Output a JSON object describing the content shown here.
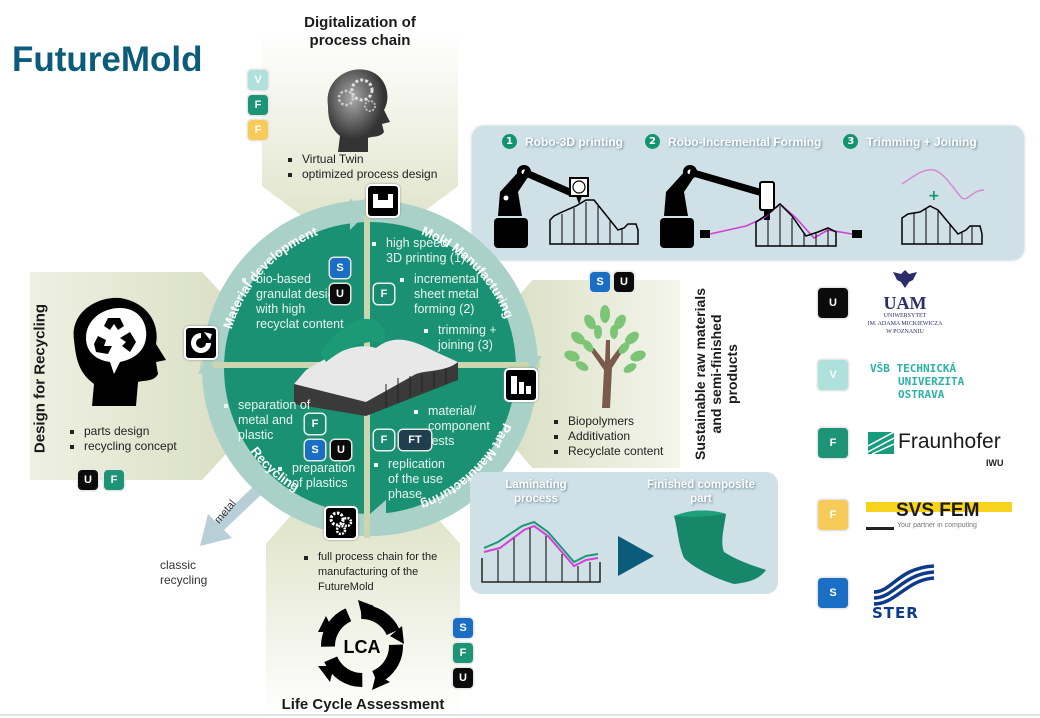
{
  "title": "FutureMold",
  "colors": {
    "title": "#0b5b7a",
    "teal": "#1a9173",
    "ring": "#a9d1c8",
    "panel_bg": "#e4e8d2",
    "process_box_bg": "#ccdfe6",
    "magenta": "#d63fd6"
  },
  "digitalization": {
    "heading_line1": "Digitalization of",
    "heading_line2": "process chain",
    "bullets": [
      "Virtual Twin",
      "optimized process design"
    ],
    "badges": [
      "V",
      "F",
      "F"
    ],
    "icon": "brain-gears-head-icon"
  },
  "process_steps": [
    {
      "num": "1",
      "label": "Robo-3D printing",
      "icon": "robot-3d-printer-icon"
    },
    {
      "num": "2",
      "label": "Robo-Incremental Forming",
      "icon": "robot-forming-icon"
    },
    {
      "num": "3",
      "label": "Trimming + Joining",
      "icon": "trimming-joining-icon"
    },
    {
      "plus": "+"
    }
  ],
  "design_for_recycling": {
    "heading": "Design for Recycling",
    "bullets": [
      "parts design",
      "recycling concept"
    ],
    "badges": [
      "U",
      "F"
    ],
    "icon": "head-recycle-icon"
  },
  "cycle": {
    "arcs": {
      "material_development": "Material development",
      "mold_manufacturing": "Mold Manufacturing",
      "part_manufacturing": "Part Manufacturing",
      "recycling": "Recycling"
    },
    "quadrants": {
      "top_left": {
        "bullets": [
          "bio-based granulat design with high recyclat content"
        ],
        "badges": [
          "S",
          "U"
        ]
      },
      "top_right": {
        "bullets": [
          "high speed 3D printing (1)",
          "incremental sheet metal forming (2)",
          "trimming + joining (3)"
        ],
        "badges": [
          "F"
        ]
      },
      "bottom_left": {
        "bullets": [
          "separation of metal and plastic",
          "preparation of plastics"
        ],
        "badges": [
          "F",
          "S",
          "U"
        ]
      },
      "bottom_right": {
        "bullets": [
          "material/ component tests",
          "replication of the use phase"
        ],
        "badges": [
          "F",
          "FT"
        ]
      }
    },
    "icons": [
      "mold-icon",
      "bar-chart-icon",
      "gears-icon",
      "recycle-circle-icon"
    ]
  },
  "sustainable": {
    "heading_line1": "Sustainable raw materials",
    "heading_line2": "and semi-finished products",
    "bullets": [
      "Biopolymers",
      "Additivation",
      "Recyclate content"
    ],
    "badges": [
      "S",
      "U"
    ],
    "icon": "tree-icon"
  },
  "laminating": {
    "left_label_line1": "Laminating",
    "left_label_line2": "process",
    "right_label_line1": "Finished composite",
    "right_label_line2": "part"
  },
  "recycling_out": {
    "arrow_label": "metal",
    "label_line1": "classic",
    "label_line2": "recycling"
  },
  "lca": {
    "bullet": "full process chain for the manufacturing of the FutureMold",
    "center": "LCA",
    "heading": "Life Cycle Assessment",
    "badges": [
      "S",
      "F",
      "U"
    ]
  },
  "partners": [
    {
      "badge": "U",
      "name_lines": [
        "UAM",
        "Uniwersytet",
        "im. Adama Mickiewicza",
        "w Poznaniu"
      ]
    },
    {
      "badge": "V",
      "name_lines": [
        "VŠB TECHNICKÁ",
        "UNIVERZITA",
        "OSTRAVA"
      ]
    },
    {
      "badge": "F",
      "name_lines": [
        "Fraunhofer",
        "IWU"
      ]
    },
    {
      "badge": "F",
      "name_lines": [
        "SVS FEM",
        "Your partner in computing"
      ]
    },
    {
      "badge": "S",
      "name_lines": [
        "STER"
      ]
    }
  ]
}
